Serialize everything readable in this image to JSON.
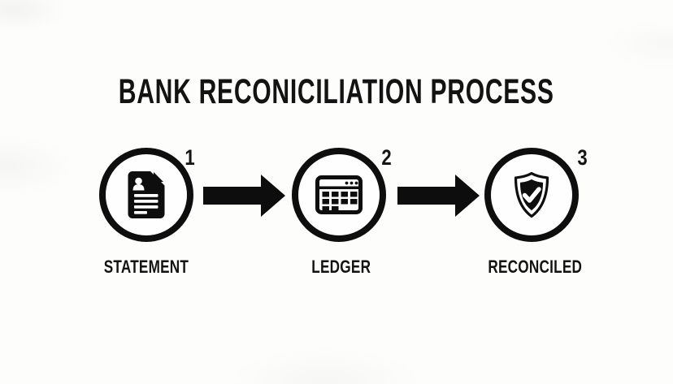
{
  "title": "BANK RECONICILIATION PROCESS",
  "steps": [
    {
      "number": "1",
      "label": "STATEMENT",
      "icon": "statement-document-icon"
    },
    {
      "number": "2",
      "label": "LEDGER",
      "icon": "ledger-grid-icon"
    },
    {
      "number": "3",
      "label": "RECONCILED",
      "icon": "reconciled-shield-check-icon"
    }
  ],
  "arrows": [
    {
      "icon": "flow-arrow-right-icon"
    },
    {
      "icon": "flow-arrow-right-icon"
    }
  ],
  "colors": {
    "ink": "#101010",
    "background": "#fdfdfc"
  }
}
